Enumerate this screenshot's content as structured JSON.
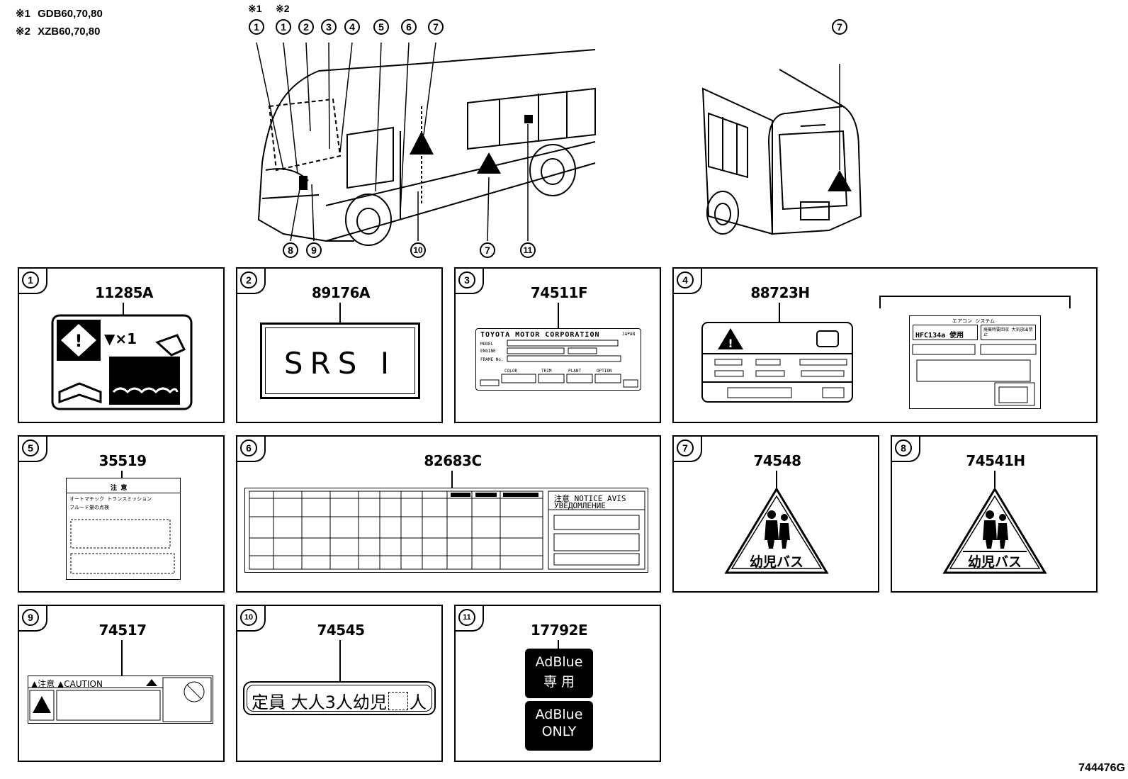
{
  "notes": [
    {
      "mark": "※1",
      "text": "GDB60,70,80"
    },
    {
      "mark": "※2",
      "text": "XZB60,70,80"
    }
  ],
  "front_marks": [
    "※1",
    "※2"
  ],
  "front_callouts_top": [
    "1",
    "1",
    "2",
    "3",
    "4",
    "5",
    "6",
    "7"
  ],
  "front_callouts_bottom": [
    "8",
    "9",
    "10",
    "7",
    "11"
  ],
  "rear_callout": "7",
  "panels": [
    {
      "num": "1",
      "part": "11285A"
    },
    {
      "num": "2",
      "part": "89176A"
    },
    {
      "num": "3",
      "part": "74511F"
    },
    {
      "num": "4",
      "part": "88723H"
    },
    {
      "num": "5",
      "part": "35519"
    },
    {
      "num": "6",
      "part": "82683C"
    },
    {
      "num": "7",
      "part": "74548"
    },
    {
      "num": "8",
      "part": "74541H"
    },
    {
      "num": "9",
      "part": "74517"
    },
    {
      "num": "10",
      "part": "74545"
    },
    {
      "num": "11",
      "part": "17792E"
    }
  ],
  "label_text": {
    "srs": "SRS I",
    "toyota": "TOYOTA MOTOR CORPORATION",
    "japan": "JAPAN",
    "plate_fields": [
      "MODEL",
      "ENGINE",
      "FRAME No.",
      "COLOR",
      "TRIM",
      "PLANT",
      "OPTION"
    ],
    "aircon_title": "エアコン システム",
    "aircon_hfc": "HFC134a 使用",
    "aircon_note": "廃棄時要回収 大気放出禁止",
    "trans_title": "注 意",
    "trans_line1": "オートマチック トランスミッション",
    "trans_line2": "フルード量の点検",
    "notice": "注意 NOTICE AVIS",
    "notice_ru": "УВЕДОМЛЕНИЕ",
    "child_bus": "幼児バス",
    "caution": "▲注意 ▲CAUTION",
    "capacity": "定員 大人3人幼児",
    "capacity_unit": "人",
    "adblue": "AdBlue",
    "adblue_jp": "専 用",
    "adblue_only": "ONLY"
  },
  "figure_id": "744476G"
}
